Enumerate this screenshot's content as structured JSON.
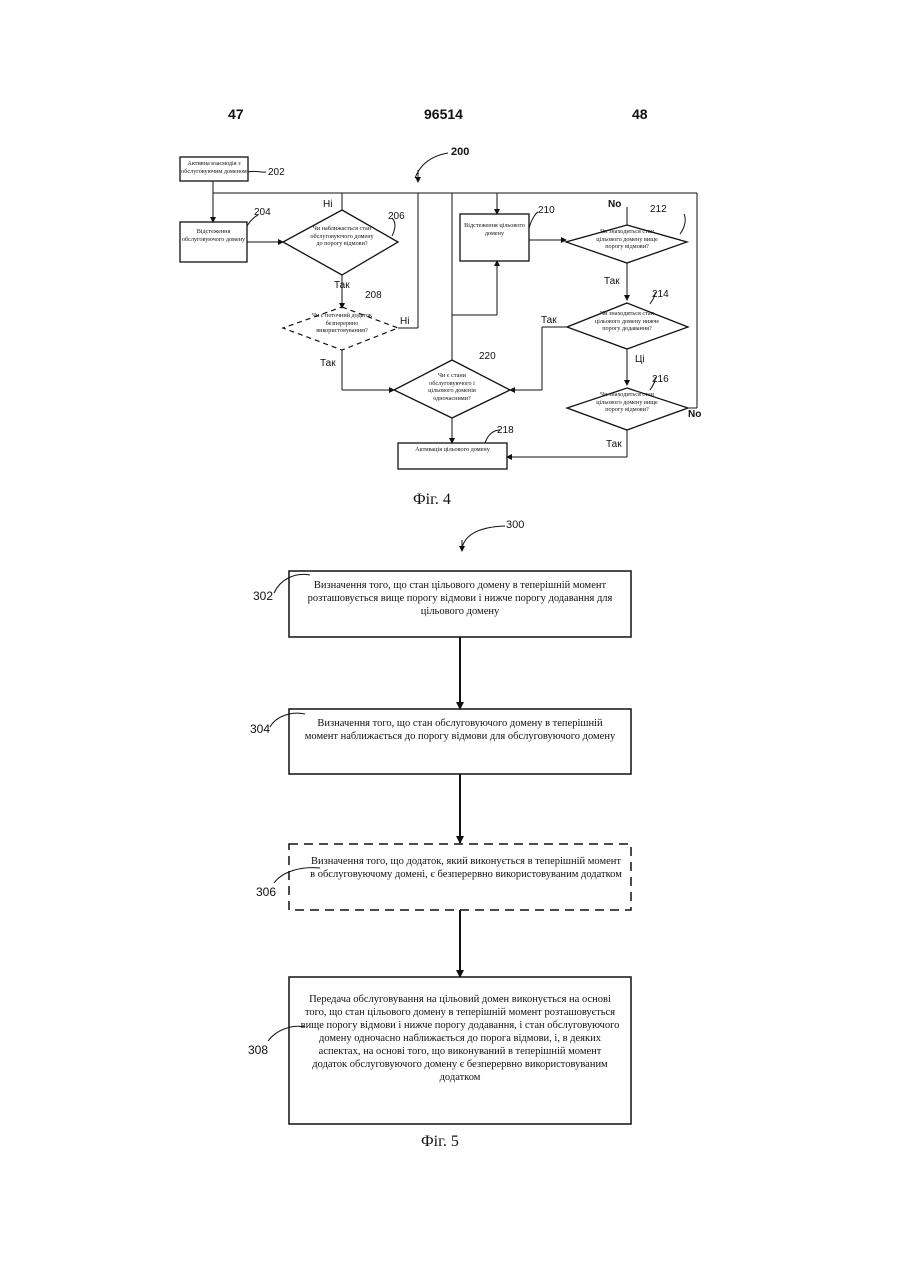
{
  "header": {
    "left_page": "47",
    "patent_number": "96514",
    "right_page": "48"
  },
  "fig4": {
    "ref_main": "200",
    "caption": "Фіг. 4",
    "blocks": {
      "b202": {
        "text": "Активна взаємодія з обслуговуючим доменом",
        "ref": "202"
      },
      "b204": {
        "text": "Відстеження обслуговуючого домену",
        "ref": "204"
      },
      "d206": {
        "text": "Чи наближається стан обслуговуючого домену до порогу відмови?",
        "ref": "206"
      },
      "d208": {
        "text": "Чи є поточний додаток безперервно використовуваним?",
        "ref": "208"
      },
      "b210": {
        "text": "Відстеження цільового домену",
        "ref": "210"
      },
      "d212": {
        "text": "Чи знаходиться стан цільового домену вище порогу відмови?",
        "ref": "212"
      },
      "d214": {
        "text": "Чи знаходиться стан цільового домену нижче порогу додавання?",
        "ref": "214"
      },
      "d216": {
        "text": "Чи знаходиться стан цільового домену вище порогу відмови?",
        "ref": "216"
      },
      "d220": {
        "text": "Чи є стани обслуговуючого і цільового доменів одночасними?",
        "ref": "220"
      },
      "b218": {
        "text": "Активація цільового домену",
        "ref": "218"
      }
    },
    "labels": {
      "no_206": "Ні",
      "yes_206": "Так",
      "no_208": "Ні",
      "yes_208": "Так",
      "no_212": "No",
      "yes_212": "Так",
      "yes_214": "Так",
      "no_214": "Ці",
      "no_216": "No",
      "yes_216": "Так"
    }
  },
  "fig5": {
    "ref_main": "300",
    "caption": "Фіг. 5",
    "steps": [
      {
        "ref": "302",
        "text": "Визначення того, що стан цільового домену в теперішній момент розташовується вище порогу відмови і нижче порогу додавання для цільового домену"
      },
      {
        "ref": "304",
        "text": "Визначення того, що стан обслуговуючого домену в теперішній момент наближається до порогу відмови для обслуговуючого домену"
      },
      {
        "ref": "306",
        "text": "Визначення того, що додаток, який виконується в теперішній момент в обслуговуючому домені, є безперервно використовуваним додатком"
      },
      {
        "ref": "308",
        "text": "Передача обслуговування на цільовий домен виконується на основі того, що стан цільового домену в теперішній момент розташовується вище порогу відмови і нижче порогу додавання, і стан обслуговуючого домену одночасно наближається до порога відмови, і, в деяких аспектах, на основі того, що виконуваний в теперішній момент додаток обслуговуючого домену є безперервно використовуваним додатком"
      }
    ]
  }
}
